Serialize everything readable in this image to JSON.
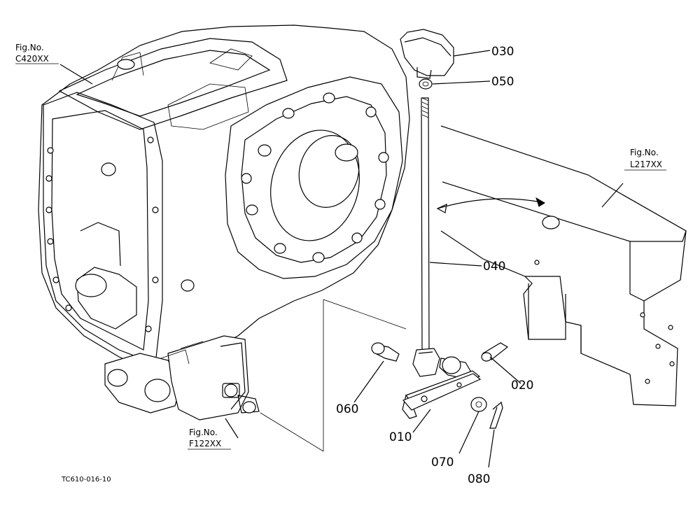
{
  "figure_refs": {
    "c420": {
      "line1": "Fig.No.",
      "line2": "C420XX"
    },
    "l217": {
      "line1": "Fig.No.",
      "line2": "L217XX"
    },
    "f122": {
      "line1": "Fig.No.",
      "line2": "F122XX"
    }
  },
  "parts": {
    "p010": "010",
    "p020": "020",
    "p030": "030",
    "p040": "040",
    "p050": "050",
    "p060": "060",
    "p070": "070",
    "p080": "080"
  },
  "drawing_code": "TC610-016-10"
}
